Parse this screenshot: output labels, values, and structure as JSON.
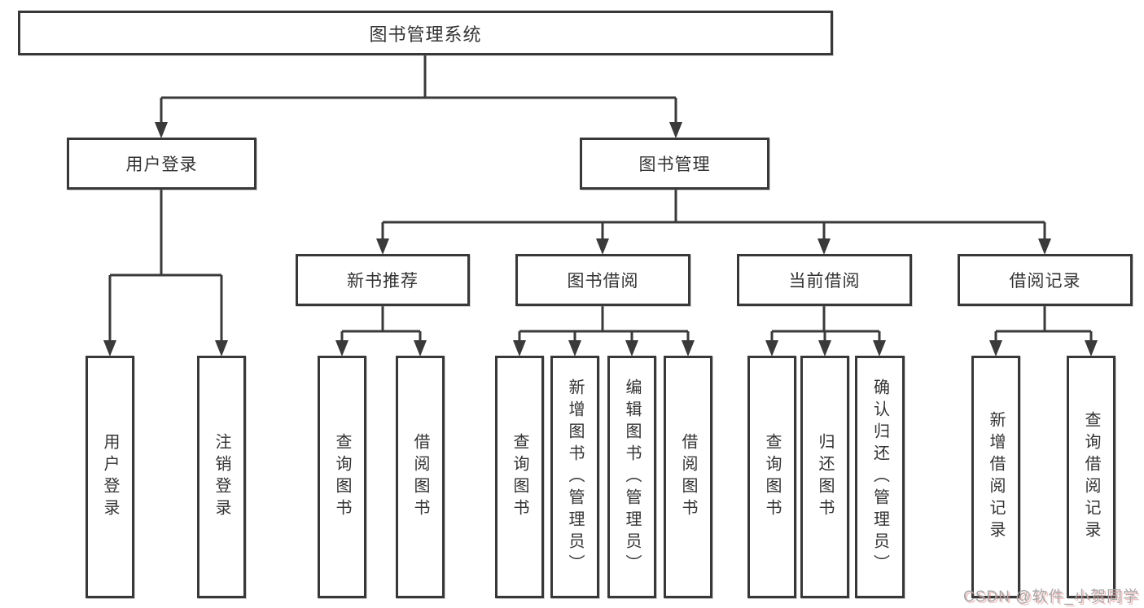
{
  "diagram": {
    "root": "图书管理系统",
    "level2": [
      "用户登录",
      "图书管理"
    ],
    "level3": [
      "新书推荐",
      "图书借阅",
      "当前借阅",
      "借阅记录"
    ],
    "level4": [
      "用户登录",
      "注销登录",
      "查询图书",
      "借阅图书",
      "查询图书",
      "新增图书（管理员）",
      "编辑图书（管理员）",
      "借阅图书",
      "查询图书",
      "归还图书",
      "确认归还（管理员）",
      "新增借阅记录",
      "查询借阅记录"
    ],
    "hierarchy": {
      "图书管理系统": {
        "用户登录": [
          "用户登录",
          "注销登录"
        ],
        "图书管理": {
          "新书推荐": [
            "查询图书",
            "借阅图书"
          ],
          "图书借阅": [
            "查询图书",
            "新增图书（管理员）",
            "编辑图书（管理员）",
            "借阅图书"
          ],
          "当前借阅": [
            "查询图书",
            "归还图书",
            "确认归还（管理员）"
          ],
          "借阅记录": [
            "新增借阅记录",
            "查询借阅记录"
          ]
        }
      }
    }
  },
  "watermark": {
    "text": "CSDN @软件_小贺同学"
  },
  "colors": {
    "line": "#3a3a3a",
    "border": "#383838",
    "text": "#333333",
    "background": "#ffffff",
    "watermark": "#a9a9a9",
    "watermark_shadow": "#e07878"
  }
}
